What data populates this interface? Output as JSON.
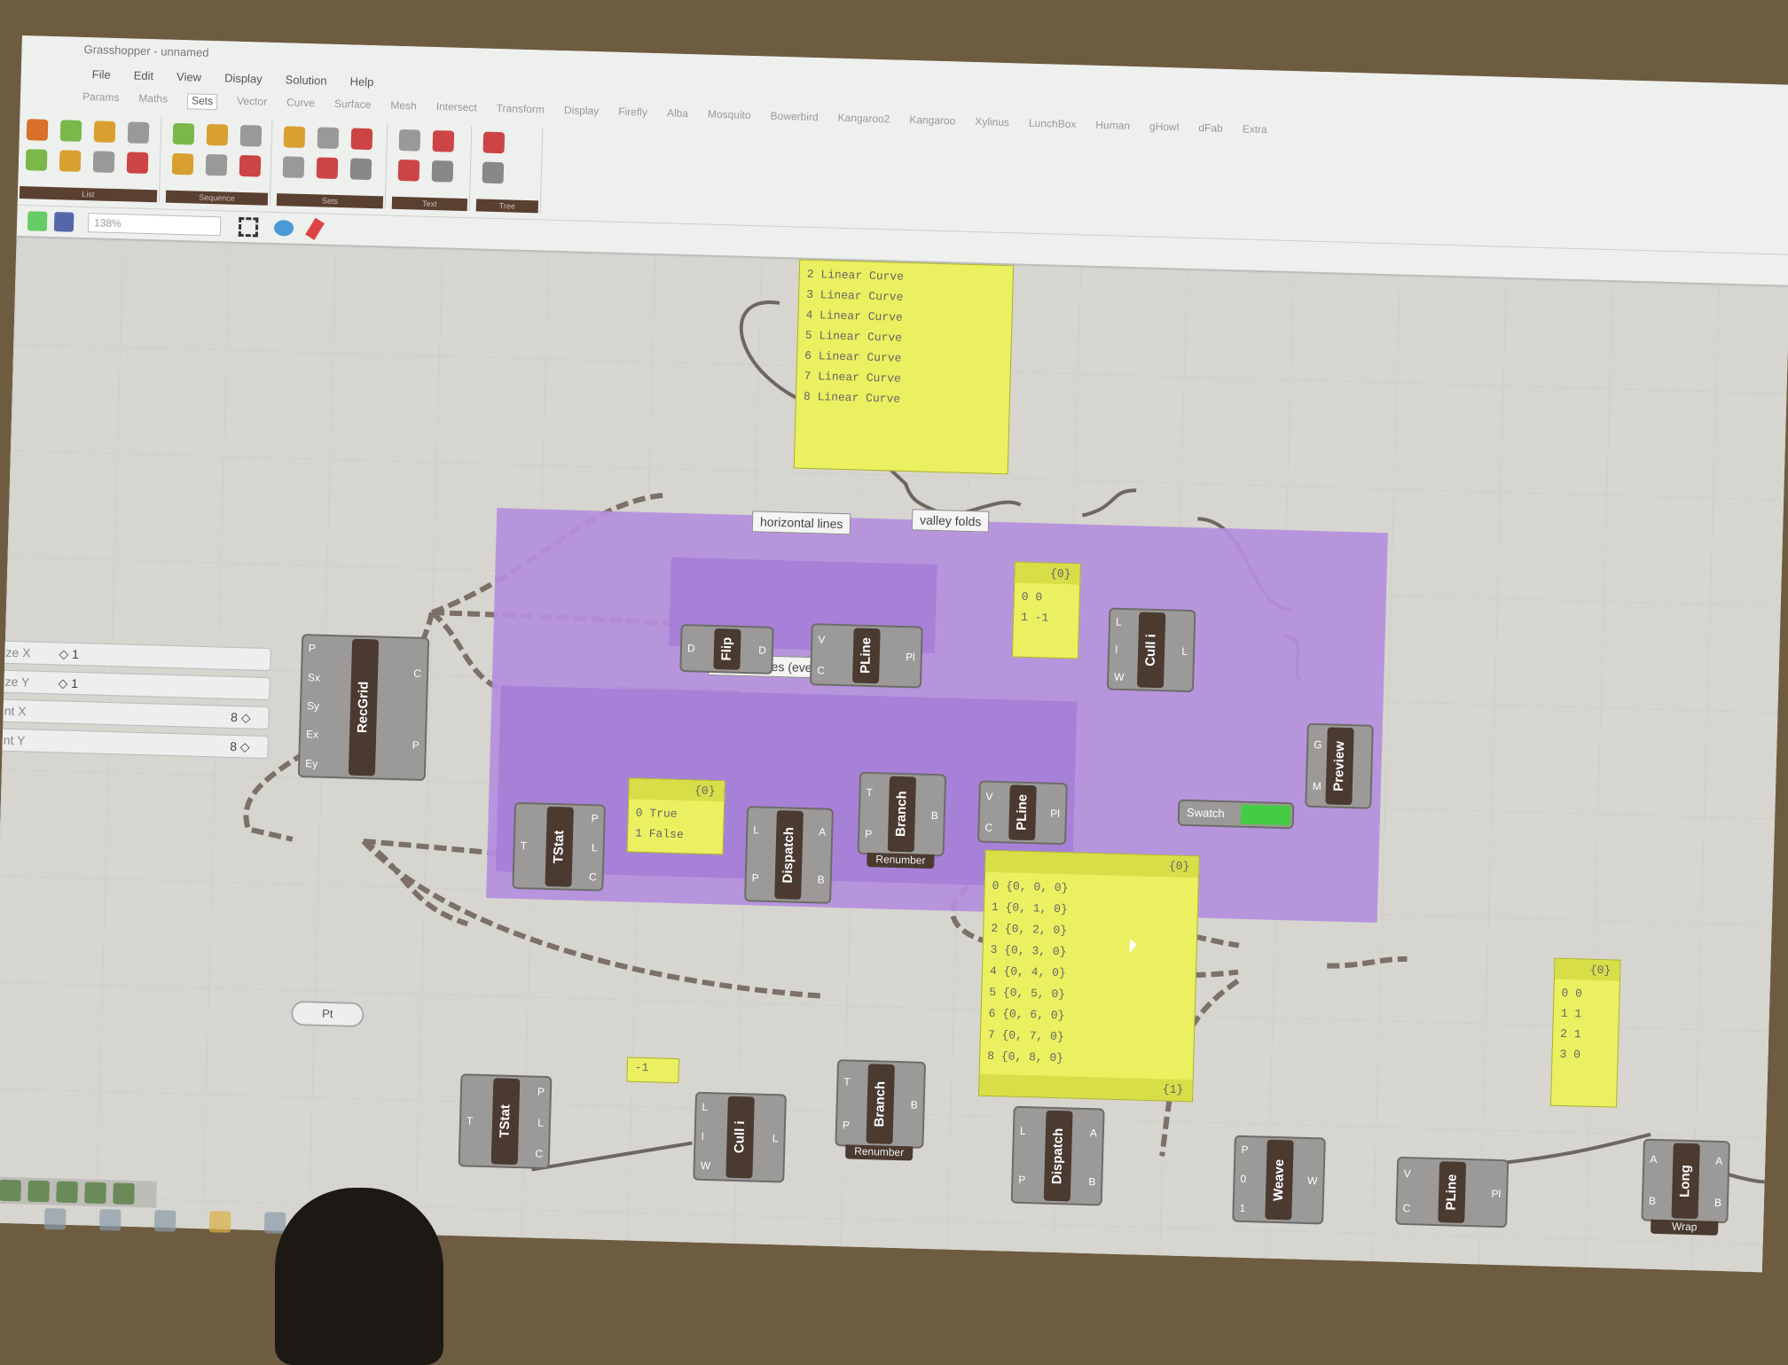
{
  "window": {
    "title": "Grasshopper - unnamed"
  },
  "menu": [
    "File",
    "Edit",
    "View",
    "Display",
    "Solution",
    "Help"
  ],
  "tabs": [
    "Params",
    "Maths",
    "Sets",
    "Vector",
    "Curve",
    "Surface",
    "Mesh",
    "Intersect",
    "Transform",
    "Display",
    "Firefly",
    "Alba",
    "Mosquito",
    "Bowerbird",
    "Kangaroo2",
    "Kangaroo",
    "Xylinus",
    "LunchBox",
    "Human",
    "gHowl",
    "dFab",
    "Extra"
  ],
  "active_tab": "Sets",
  "ribbon_groups": [
    "List",
    "Sequence",
    "Sets",
    "Text",
    "Tree"
  ],
  "zoom": "138%",
  "canvas": {
    "top_panel": {
      "lines": [
        "2 Linear Curve",
        "3 Linear Curve",
        "4 Linear Curve",
        "5 Linear Curve",
        "6 Linear Curve",
        "7 Linear Curve",
        "8 Linear Curve"
      ]
    },
    "labels": {
      "horizontal": "horizontal lines",
      "valley": "valley folds",
      "vertical": "vertical lines (every other)"
    },
    "sliders": [
      {
        "label": "ze X",
        "value": "◇ 1"
      },
      {
        "label": "ze Y",
        "value": "◇ 1"
      },
      {
        "label": "nt X",
        "value": "8 ◇"
      },
      {
        "label": "nt Y",
        "value": "8 ◇"
      }
    ],
    "nodes": {
      "recgrid": {
        "name": "RecGrid",
        "in": [
          "P",
          "Sx",
          "Sy",
          "Ex",
          "Ey"
        ],
        "out": [
          "C",
          "P"
        ]
      },
      "flip": {
        "name": "Flip",
        "in": [
          "D"
        ],
        "out": [
          "D"
        ]
      },
      "pline1": {
        "name": "PLine",
        "in": [
          "V",
          "C"
        ],
        "out": [
          "Pl"
        ]
      },
      "culli1": {
        "name": "Cull i",
        "in": [
          "L",
          "I",
          "W"
        ],
        "out": [
          "L"
        ]
      },
      "preview": {
        "name": "Preview",
        "in": [
          "G",
          "M"
        ]
      },
      "swatch": {
        "name": "Swatch",
        "color": "#44cc44"
      },
      "tstat1": {
        "name": "TStat",
        "in": [
          "T"
        ],
        "out": [
          "P",
          "L",
          "C"
        ]
      },
      "dispatch1": {
        "name": "Dispatch",
        "in": [
          "L",
          "P"
        ],
        "out": [
          "A",
          "B"
        ]
      },
      "branch1": {
        "name": "Branch",
        "in": [
          "T",
          "P"
        ],
        "out": [
          "B"
        ],
        "sub": "Renumber"
      },
      "pline2": {
        "name": "PLine",
        "in": [
          "V",
          "C"
        ],
        "out": [
          "Pl"
        ]
      },
      "pt": {
        "name": "Pt"
      },
      "tstat2": {
        "name": "TStat",
        "in": [
          "T"
        ],
        "out": [
          "P",
          "L",
          "C"
        ]
      },
      "culli2": {
        "name": "Cull i",
        "in": [
          "L",
          "I",
          "W"
        ],
        "out": [
          "L"
        ]
      },
      "branch2": {
        "name": "Branch",
        "in": [
          "T",
          "P"
        ],
        "out": [
          "B"
        ],
        "sub": "Renumber"
      },
      "dispatch2": {
        "name": "Dispatch",
        "in": [
          "L",
          "P"
        ],
        "out": [
          "A",
          "B"
        ]
      },
      "weave": {
        "name": "Weave",
        "in": [
          "P",
          "0",
          "1"
        ],
        "out": [
          "W"
        ]
      },
      "pline3": {
        "name": "PLine",
        "in": [
          "V",
          "C"
        ],
        "out": [
          "Pl"
        ]
      },
      "long": {
        "name": "Long",
        "in": [
          "A",
          "B"
        ],
        "out": [
          "A",
          "B"
        ],
        "sub": "Wrap"
      }
    },
    "panel_cull": {
      "head": "{0}",
      "lines": [
        "0 0",
        "1 -1"
      ]
    },
    "panel_bool": {
      "head": "{0}",
      "lines": [
        "0 True",
        "1 False"
      ]
    },
    "panel_points": {
      "head": "{0}",
      "foot": "{1}",
      "lines": [
        "0 {0, 0, 0}",
        "1 {0, 1, 0}",
        "2 {0, 2, 0}",
        "3 {0, 3, 0}",
        "4 {0, 4, 0}",
        "5 {0, 5, 0}",
        "6 {0, 6, 0}",
        "7 {0, 7, 0}",
        "8 {0, 8, 0}"
      ]
    },
    "panel_minus": {
      "value": "-1"
    },
    "panel_right": {
      "head": "{0}",
      "lines": [
        "0 0",
        "1 1",
        "2 1",
        "3 0"
      ]
    }
  }
}
